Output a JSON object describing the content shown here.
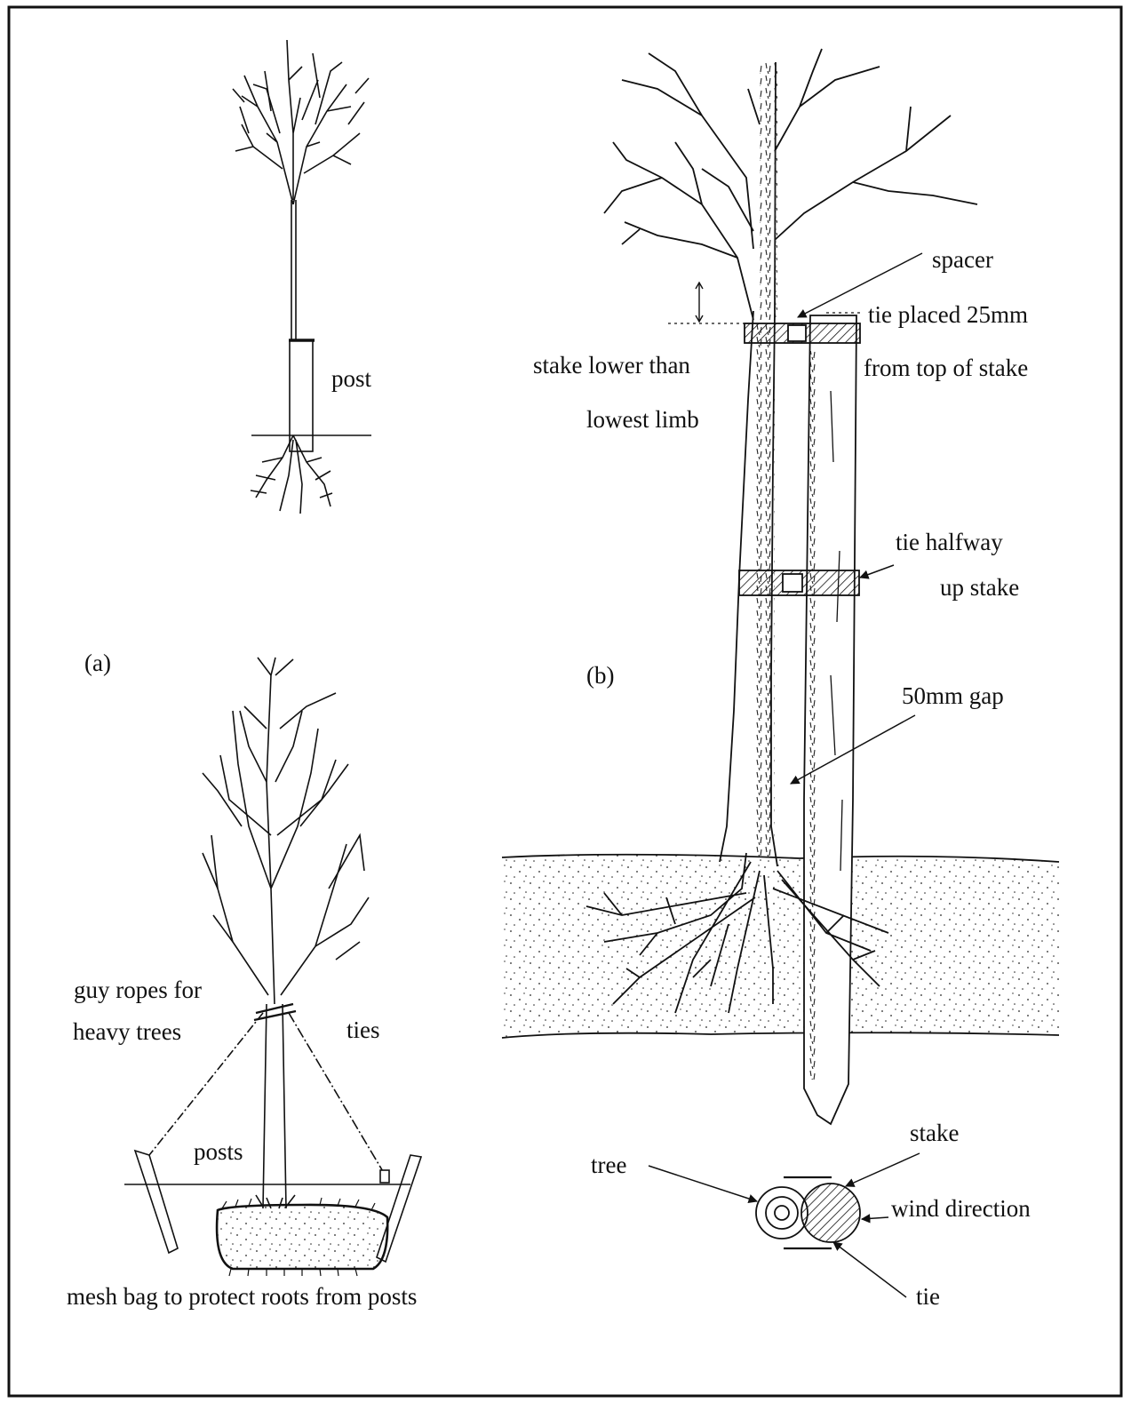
{
  "panel_a": {
    "marker": "(a)",
    "top_tree": {
      "post_label": "post"
    },
    "bottom_tree": {
      "guy_ropes_line1": "guy ropes for",
      "guy_ropes_line2": "heavy trees",
      "ties_label": "ties",
      "posts_label": "posts",
      "caption": "mesh bag to protect roots from posts"
    }
  },
  "panel_b": {
    "marker": "(b)",
    "spacer_label": "spacer",
    "tie_top_line1": "tie placed 25mm",
    "tie_top_line2": "from top of stake",
    "stake_lower_line1": "stake lower than",
    "stake_lower_line2": "lowest limb",
    "tie_half_line1": "tie halfway",
    "tie_half_line2": "up stake",
    "gap_label": "50mm gap",
    "cross_section": {
      "stake_label": "stake",
      "tree_label": "tree",
      "wind_label": "wind direction",
      "tie_label": "tie"
    }
  }
}
